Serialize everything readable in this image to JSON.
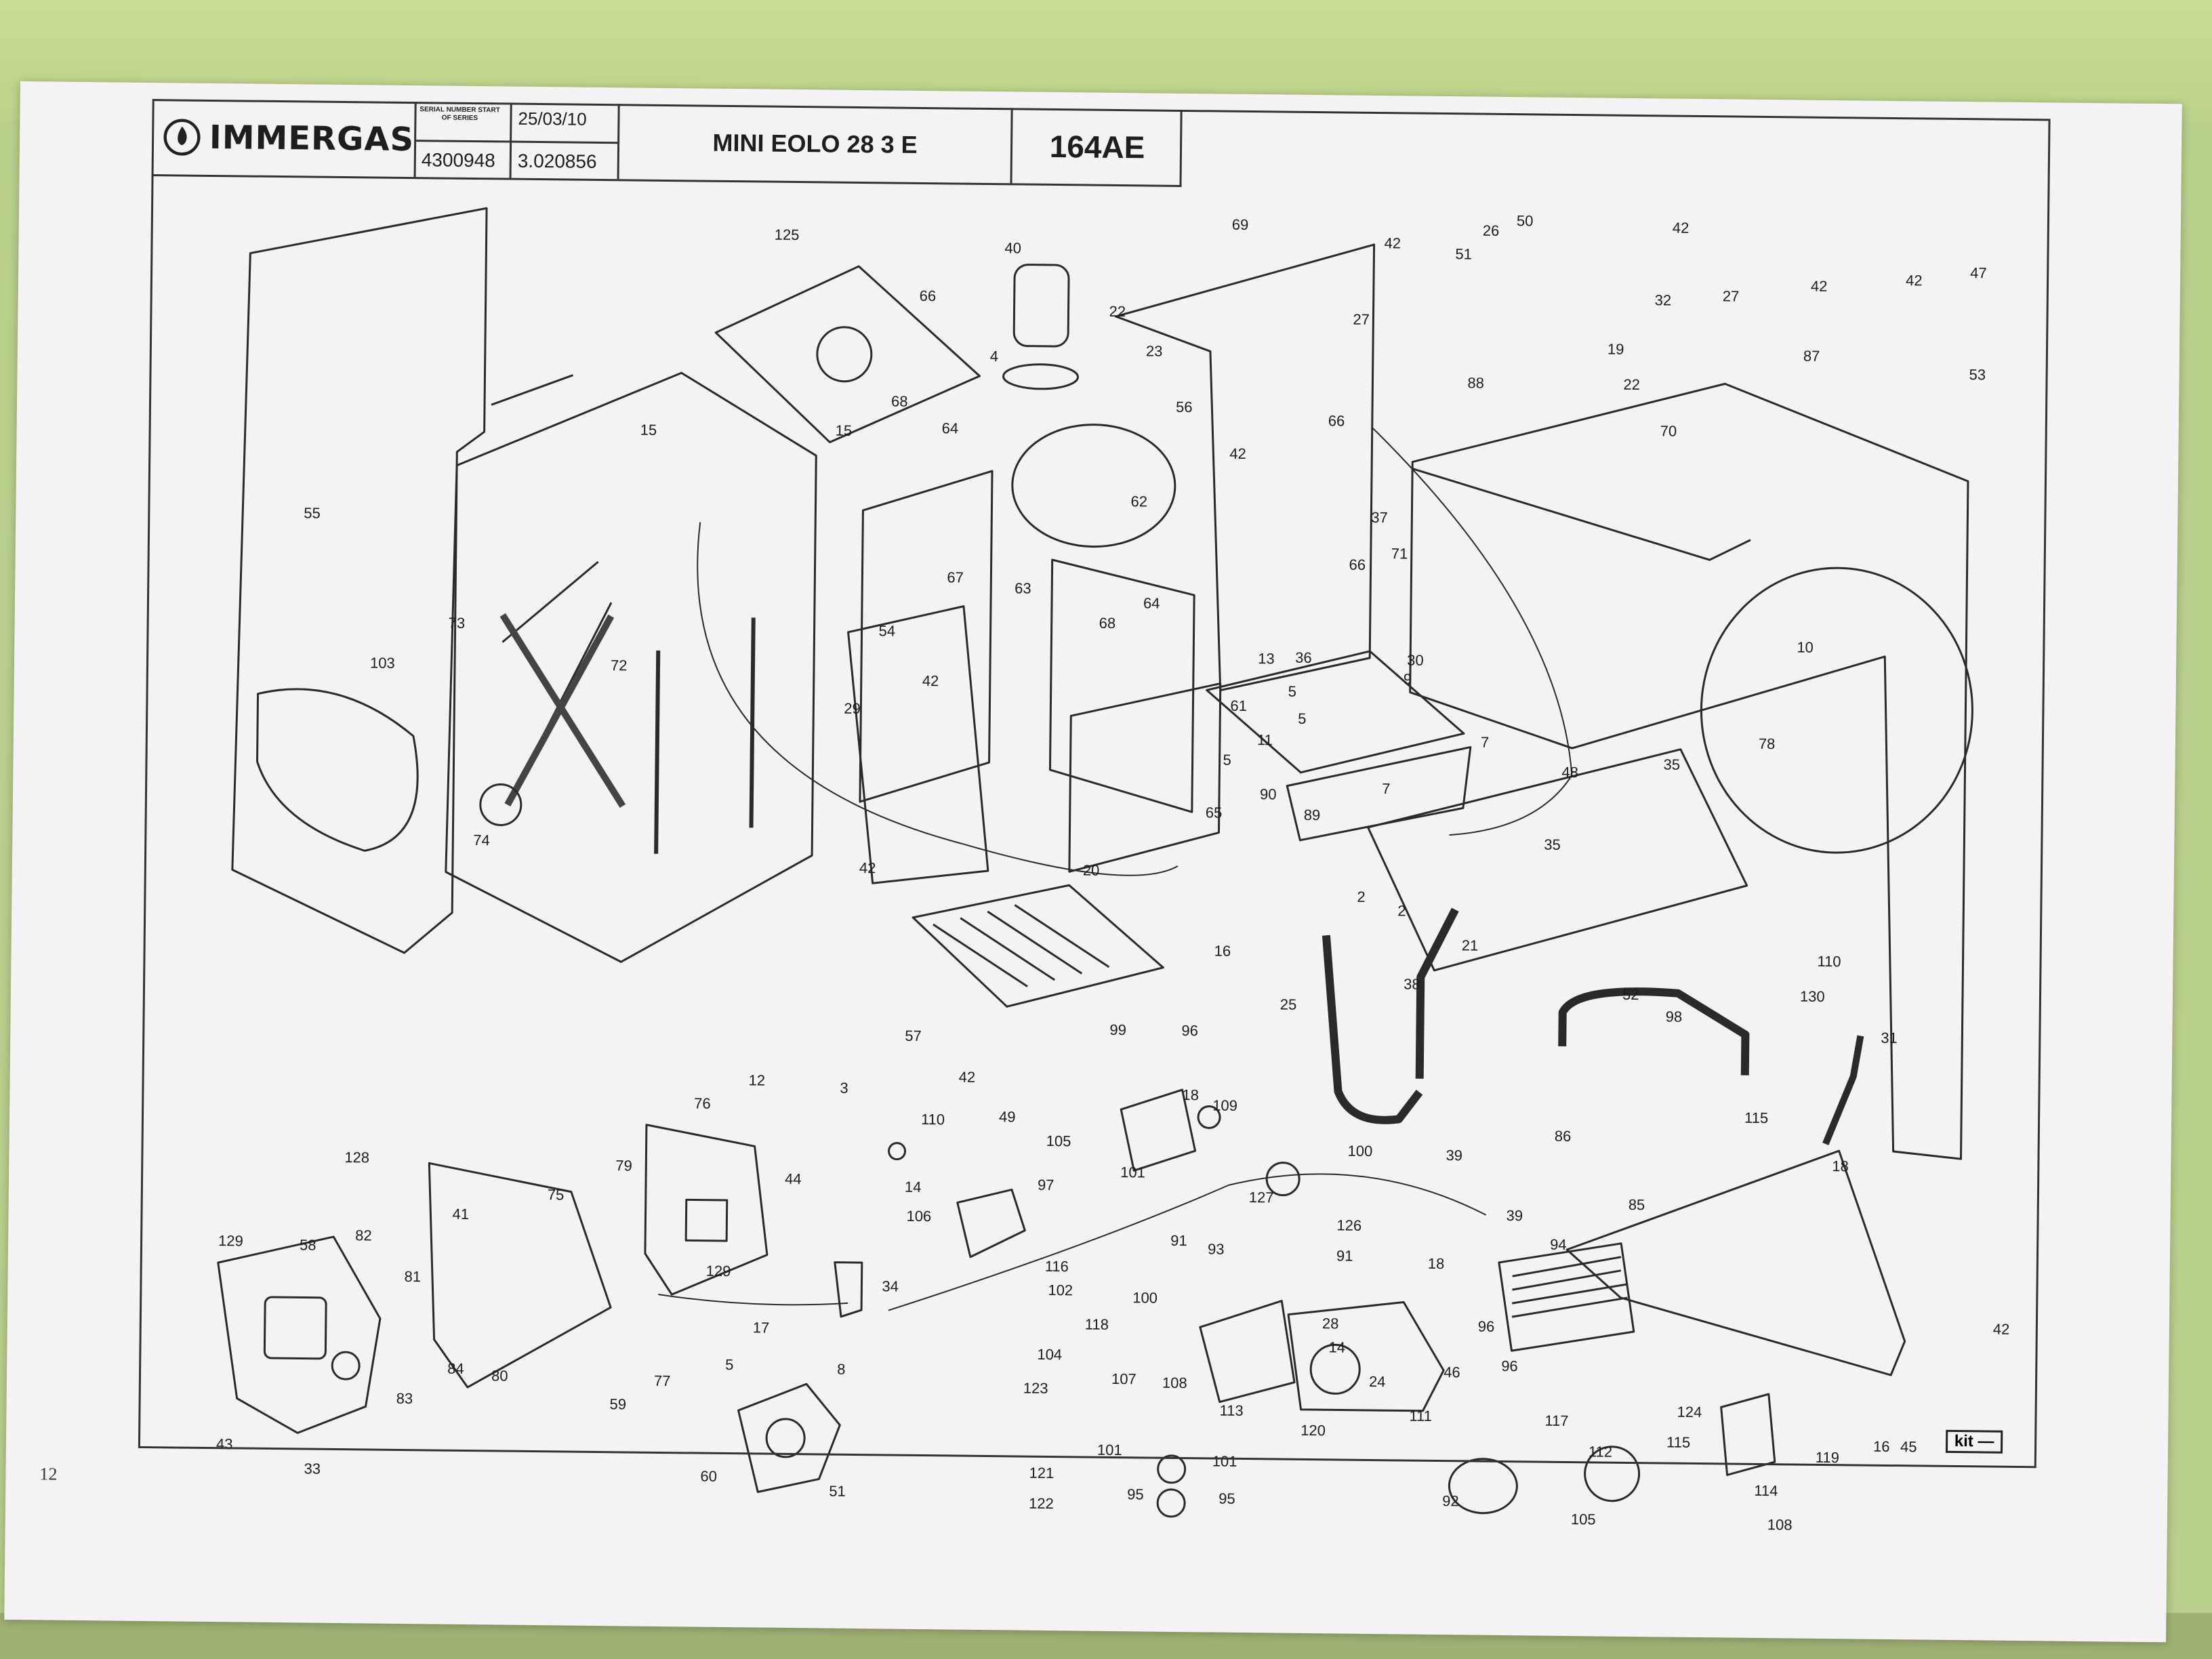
{
  "title_block": {
    "brand": "IMMERGAS",
    "serial_label": "SERIAL NUMBER START OF SERIES",
    "date": "25/03/10",
    "serial_number": "4300948",
    "code_number": "3.020856",
    "model": "MINI EOLO 28 3 E",
    "drawing_code": "164AE"
  },
  "kit_label": "kit",
  "page_number": "12",
  "callouts": [
    {
      "id": "c125",
      "text": "125"
    },
    {
      "id": "c40",
      "text": "40"
    },
    {
      "id": "c22a",
      "text": "22"
    },
    {
      "id": "c69",
      "text": "69"
    },
    {
      "id": "c42a",
      "text": "42"
    },
    {
      "id": "c51a",
      "text": "51"
    },
    {
      "id": "c26",
      "text": "26"
    },
    {
      "id": "c50",
      "text": "50"
    },
    {
      "id": "c42b",
      "text": "42"
    },
    {
      "id": "c47",
      "text": "47"
    },
    {
      "id": "c42c",
      "text": "42"
    },
    {
      "id": "c66a",
      "text": "66"
    },
    {
      "id": "c4",
      "text": "4"
    },
    {
      "id": "c23",
      "text": "23"
    },
    {
      "id": "c27a",
      "text": "27"
    },
    {
      "id": "c32",
      "text": "32"
    },
    {
      "id": "c27b",
      "text": "27"
    },
    {
      "id": "c42d",
      "text": "42"
    },
    {
      "id": "c19",
      "text": "19"
    },
    {
      "id": "c87",
      "text": "87"
    },
    {
      "id": "c53",
      "text": "53"
    },
    {
      "id": "c22b",
      "text": "22"
    },
    {
      "id": "c88",
      "text": "88"
    },
    {
      "id": "c70",
      "text": "70"
    },
    {
      "id": "c15a",
      "text": "15"
    },
    {
      "id": "c15b",
      "text": "15"
    },
    {
      "id": "c68a",
      "text": "68"
    },
    {
      "id": "c64a",
      "text": "64"
    },
    {
      "id": "c56",
      "text": "56"
    },
    {
      "id": "c42e",
      "text": "42"
    },
    {
      "id": "c66b",
      "text": "66"
    },
    {
      "id": "c55",
      "text": "55"
    },
    {
      "id": "c62",
      "text": "62"
    },
    {
      "id": "c37",
      "text": "37"
    },
    {
      "id": "c71",
      "text": "71"
    },
    {
      "id": "c66c",
      "text": "66"
    },
    {
      "id": "c67",
      "text": "67"
    },
    {
      "id": "c63",
      "text": "63"
    },
    {
      "id": "c64b",
      "text": "64"
    },
    {
      "id": "c73",
      "text": "73"
    },
    {
      "id": "c68b",
      "text": "68"
    },
    {
      "id": "c54",
      "text": "54"
    },
    {
      "id": "c10",
      "text": "10"
    },
    {
      "id": "c72",
      "text": "72"
    },
    {
      "id": "c103",
      "text": "103"
    },
    {
      "id": "c13",
      "text": "13"
    },
    {
      "id": "c36",
      "text": "36"
    },
    {
      "id": "c30",
      "text": "30"
    },
    {
      "id": "c42f",
      "text": "42"
    },
    {
      "id": "c29",
      "text": "29"
    },
    {
      "id": "c61",
      "text": "61"
    },
    {
      "id": "c5a",
      "text": "5"
    },
    {
      "id": "c9",
      "text": "9"
    },
    {
      "id": "c11",
      "text": "11"
    },
    {
      "id": "c5b",
      "text": "5"
    },
    {
      "id": "c5c",
      "text": "5"
    },
    {
      "id": "c78",
      "text": "78"
    },
    {
      "id": "c7a",
      "text": "7"
    },
    {
      "id": "c35a",
      "text": "35"
    },
    {
      "id": "c48",
      "text": "48"
    },
    {
      "id": "c90",
      "text": "90"
    },
    {
      "id": "c7b",
      "text": "7"
    },
    {
      "id": "c74",
      "text": "74"
    },
    {
      "id": "c65",
      "text": "65"
    },
    {
      "id": "c89",
      "text": "89"
    },
    {
      "id": "c35b",
      "text": "35"
    },
    {
      "id": "c42g",
      "text": "42"
    },
    {
      "id": "c20",
      "text": "20"
    },
    {
      "id": "c2a",
      "text": "2"
    },
    {
      "id": "c2b",
      "text": "2"
    },
    {
      "id": "c16a",
      "text": "16"
    },
    {
      "id": "c21",
      "text": "21"
    },
    {
      "id": "c110a",
      "text": "110"
    },
    {
      "id": "c38",
      "text": "38"
    },
    {
      "id": "c52",
      "text": "52"
    },
    {
      "id": "c130",
      "text": "130"
    },
    {
      "id": "c31",
      "text": "31"
    },
    {
      "id": "c25",
      "text": "25"
    },
    {
      "id": "c98",
      "text": "98"
    },
    {
      "id": "c57",
      "text": "57"
    },
    {
      "id": "c99",
      "text": "99"
    },
    {
      "id": "c96a",
      "text": "96"
    },
    {
      "id": "c12",
      "text": "12"
    },
    {
      "id": "c3",
      "text": "3"
    },
    {
      "id": "c42h",
      "text": "42"
    },
    {
      "id": "c76",
      "text": "76"
    },
    {
      "id": "c49",
      "text": "49"
    },
    {
      "id": "c18a",
      "text": "18"
    },
    {
      "id": "c109",
      "text": "109"
    },
    {
      "id": "c115a",
      "text": "115"
    },
    {
      "id": "c110b",
      "text": "110"
    },
    {
      "id": "c105a",
      "text": "105"
    },
    {
      "id": "c86",
      "text": "86"
    },
    {
      "id": "c100a",
      "text": "100"
    },
    {
      "id": "c39a",
      "text": "39"
    },
    {
      "id": "c18b",
      "text": "18"
    },
    {
      "id": "c128",
      "text": "128"
    },
    {
      "id": "c79",
      "text": "79"
    },
    {
      "id": "c44",
      "text": "44"
    },
    {
      "id": "c14a",
      "text": "14"
    },
    {
      "id": "c101a",
      "text": "101"
    },
    {
      "id": "c97",
      "text": "97"
    },
    {
      "id": "c127",
      "text": "127"
    },
    {
      "id": "c85",
      "text": "85"
    },
    {
      "id": "c41",
      "text": "41"
    },
    {
      "id": "c75",
      "text": "75"
    },
    {
      "id": "c106",
      "text": "106"
    },
    {
      "id": "c39b",
      "text": "39"
    },
    {
      "id": "c126",
      "text": "126"
    },
    {
      "id": "c94",
      "text": "94"
    },
    {
      "id": "c129a",
      "text": "129"
    },
    {
      "id": "c58",
      "text": "58"
    },
    {
      "id": "c82",
      "text": "82"
    },
    {
      "id": "c116",
      "text": "116"
    },
    {
      "id": "c91a",
      "text": "91"
    },
    {
      "id": "c93",
      "text": "93"
    },
    {
      "id": "c91b",
      "text": "91"
    },
    {
      "id": "c18c",
      "text": "18"
    },
    {
      "id": "c81",
      "text": "81"
    },
    {
      "id": "c129b",
      "text": "129"
    },
    {
      "id": "c34",
      "text": "34"
    },
    {
      "id": "c102",
      "text": "102"
    },
    {
      "id": "c100b",
      "text": "100"
    },
    {
      "id": "c17",
      "text": "17"
    },
    {
      "id": "c118",
      "text": "118"
    },
    {
      "id": "c28",
      "text": "28"
    },
    {
      "id": "c96b",
      "text": "96"
    },
    {
      "id": "c14b",
      "text": "14"
    },
    {
      "id": "c104",
      "text": "104"
    },
    {
      "id": "c5d",
      "text": "5"
    },
    {
      "id": "c8",
      "text": "8"
    },
    {
      "id": "c107",
      "text": "107"
    },
    {
      "id": "c108a",
      "text": "108"
    },
    {
      "id": "c24",
      "text": "24"
    },
    {
      "id": "c46",
      "text": "46"
    },
    {
      "id": "c96c",
      "text": "96"
    },
    {
      "id": "c42i",
      "text": "42"
    },
    {
      "id": "c123",
      "text": "123"
    },
    {
      "id": "c84",
      "text": "84"
    },
    {
      "id": "c83",
      "text": "83"
    },
    {
      "id": "c80",
      "text": "80"
    },
    {
      "id": "c77",
      "text": "77"
    },
    {
      "id": "c113",
      "text": "113"
    },
    {
      "id": "c111",
      "text": "111"
    },
    {
      "id": "c117",
      "text": "117"
    },
    {
      "id": "c124",
      "text": "124"
    },
    {
      "id": "c59",
      "text": "59"
    },
    {
      "id": "c120",
      "text": "120"
    },
    {
      "id": "c16b",
      "text": "16"
    },
    {
      "id": "c45",
      "text": "45"
    },
    {
      "id": "c115b",
      "text": "115"
    },
    {
      "id": "c43",
      "text": "43"
    },
    {
      "id": "c101b",
      "text": "101"
    },
    {
      "id": "c101c",
      "text": "101"
    },
    {
      "id": "c112",
      "text": "112"
    },
    {
      "id": "c119",
      "text": "119"
    },
    {
      "id": "c60",
      "text": "60"
    },
    {
      "id": "c121",
      "text": "121"
    },
    {
      "id": "c33",
      "text": "33"
    },
    {
      "id": "c95a",
      "text": "95"
    },
    {
      "id": "c95b",
      "text": "95"
    },
    {
      "id": "c92",
      "text": "92"
    },
    {
      "id": "c114",
      "text": "114"
    },
    {
      "id": "c122",
      "text": "122"
    },
    {
      "id": "c105b",
      "text": "105"
    },
    {
      "id": "c108b",
      "text": "108"
    },
    {
      "id": "c51b",
      "text": "51"
    }
  ]
}
